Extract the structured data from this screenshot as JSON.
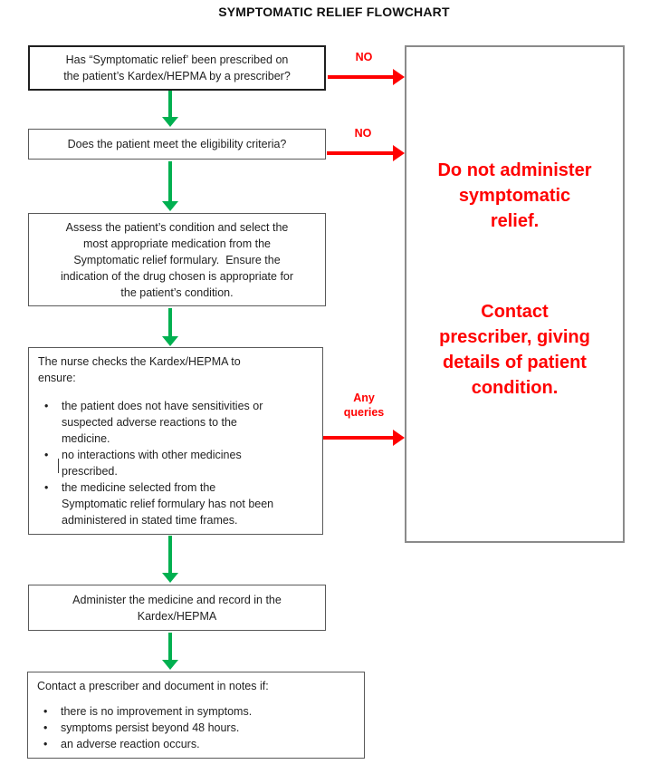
{
  "title": "SYMPTOMATIC RELIEF FLOWCHART",
  "colors": {
    "arrow_green": "#00B050",
    "arrow_red": "#FF0000",
    "warning_text_red": "#FF0000",
    "box_border": "#595959",
    "start_box_border": "#1F1F1F",
    "outcome_box_border": "#8A8A8A"
  },
  "steps": {
    "step1": "Has “Symptomatic relief’ been prescribed on\nthe patient’s Kardex/HEPMA by a prescriber?",
    "step2": "Does the patient meet the eligibility criteria?",
    "step3": "Assess the patient’s condition and select the\nmost appropriate medication from the\nSymptomatic relief formulary.  Ensure the\nindication of the drug chosen is appropriate for\nthe patient’s condition.",
    "step4": {
      "intro": "The nurse checks the Kardex/HEPMA to\nensure:",
      "bullets": [
        "the patient does not have sensitivities or\nsuspected adverse reactions to the\nmedicine.",
        "no interactions with other medicines\nprescribed.",
        "the medicine selected from the\nSymptomatic relief formulary has not been\nadministered in stated time frames."
      ]
    },
    "step5": "Administer the medicine and record in the\nKardex/HEPMA",
    "step6": {
      "intro": "Contact a prescriber and document in notes if:",
      "bullets": [
        "there is no improvement in symptoms.",
        "symptoms persist beyond 48 hours.",
        "an adverse reaction occurs."
      ]
    }
  },
  "arrow_labels": {
    "no_top": "NO",
    "no_middle": "NO",
    "any_queries": "Any\nqueries"
  },
  "outcome": {
    "message1": "Do not administer\nsymptomatic\nrelief.",
    "message2": "Contact\nprescriber, giving\ndetails of patient\ncondition."
  }
}
